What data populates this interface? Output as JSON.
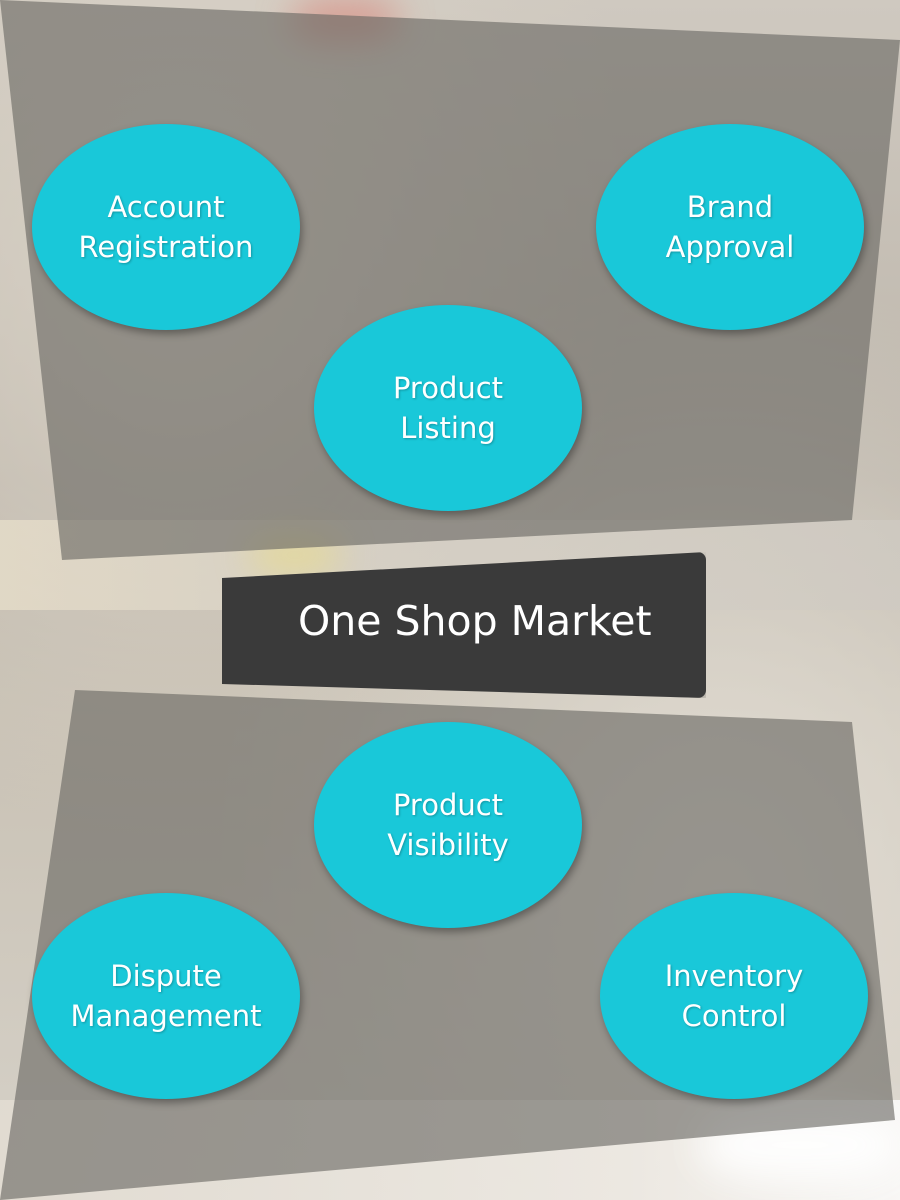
{
  "diagram": {
    "title": "One Shop Market",
    "nodes": [
      {
        "id": "account-registration",
        "lines": [
          "Account",
          "Registration"
        ]
      },
      {
        "id": "brand-approval",
        "lines": [
          "Brand",
          "Approval"
        ]
      },
      {
        "id": "product-listing",
        "lines": [
          "Product",
          "Listing"
        ]
      },
      {
        "id": "product-visibility",
        "lines": [
          "Product",
          "Visibility"
        ]
      },
      {
        "id": "dispute-management",
        "lines": [
          "Dispute",
          "Management"
        ]
      },
      {
        "id": "inventory-control",
        "lines": [
          "Inventory",
          "Control"
        ]
      }
    ]
  },
  "colors": {
    "node_fill": "#19c8d9",
    "title_bar": "#3a3a3a",
    "panel": "#696763",
    "text": "#ffffff"
  }
}
